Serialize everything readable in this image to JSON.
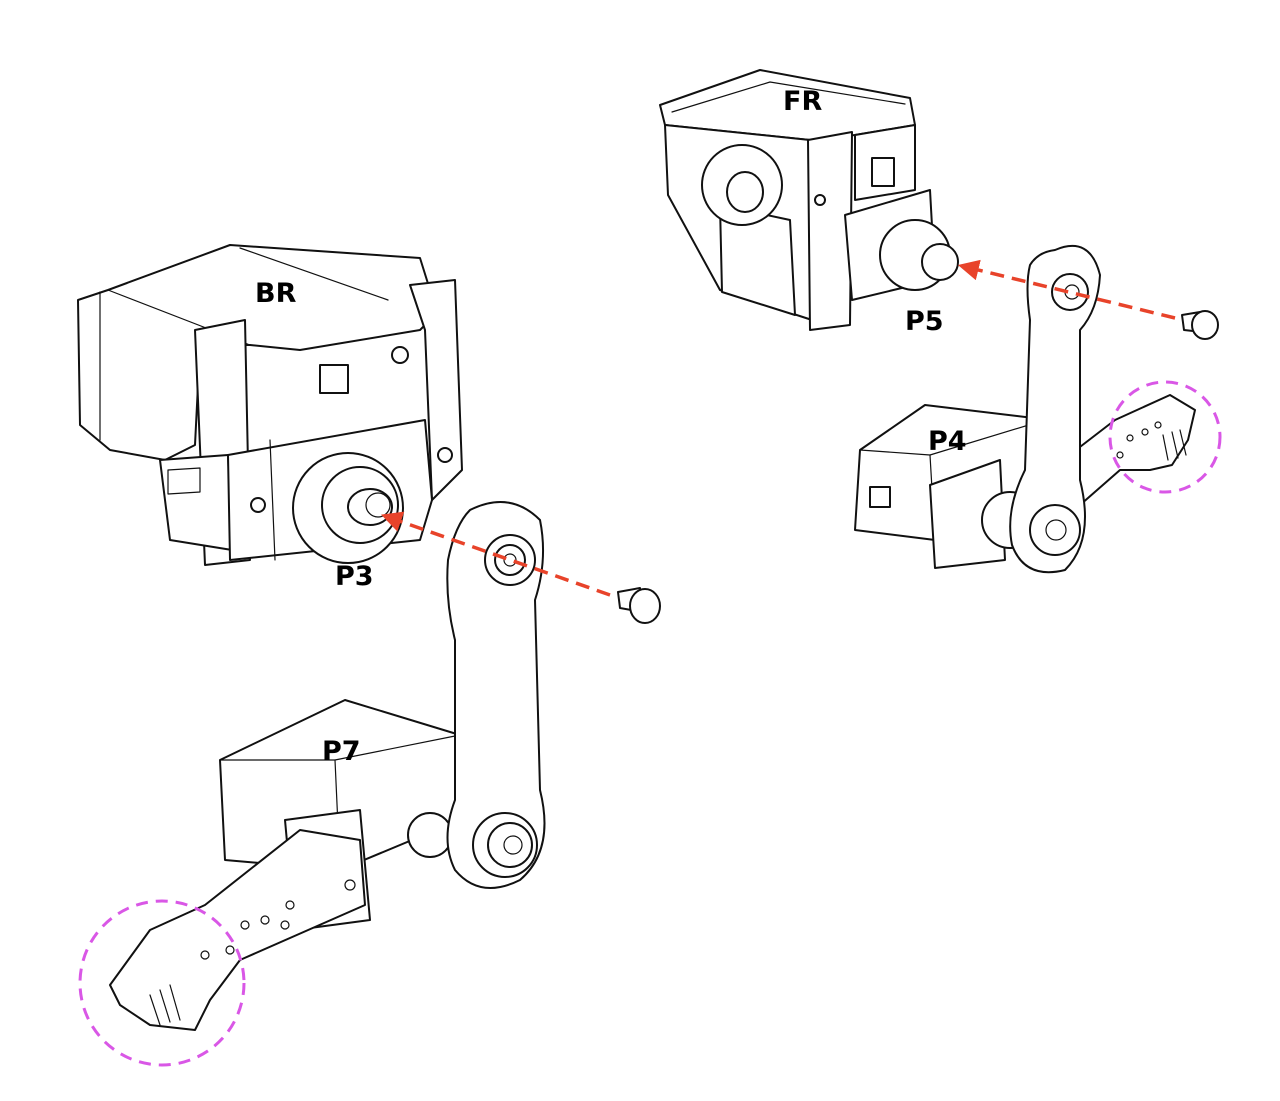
{
  "labels": {
    "br": "BR",
    "fr": "FR",
    "p3": "P3",
    "p4": "P4",
    "p5": "P5",
    "p7": "P7"
  },
  "colors": {
    "arrow": "#e8432a",
    "highlight_circle": "#d957e6",
    "line": "#111111",
    "background": "#ffffff"
  }
}
